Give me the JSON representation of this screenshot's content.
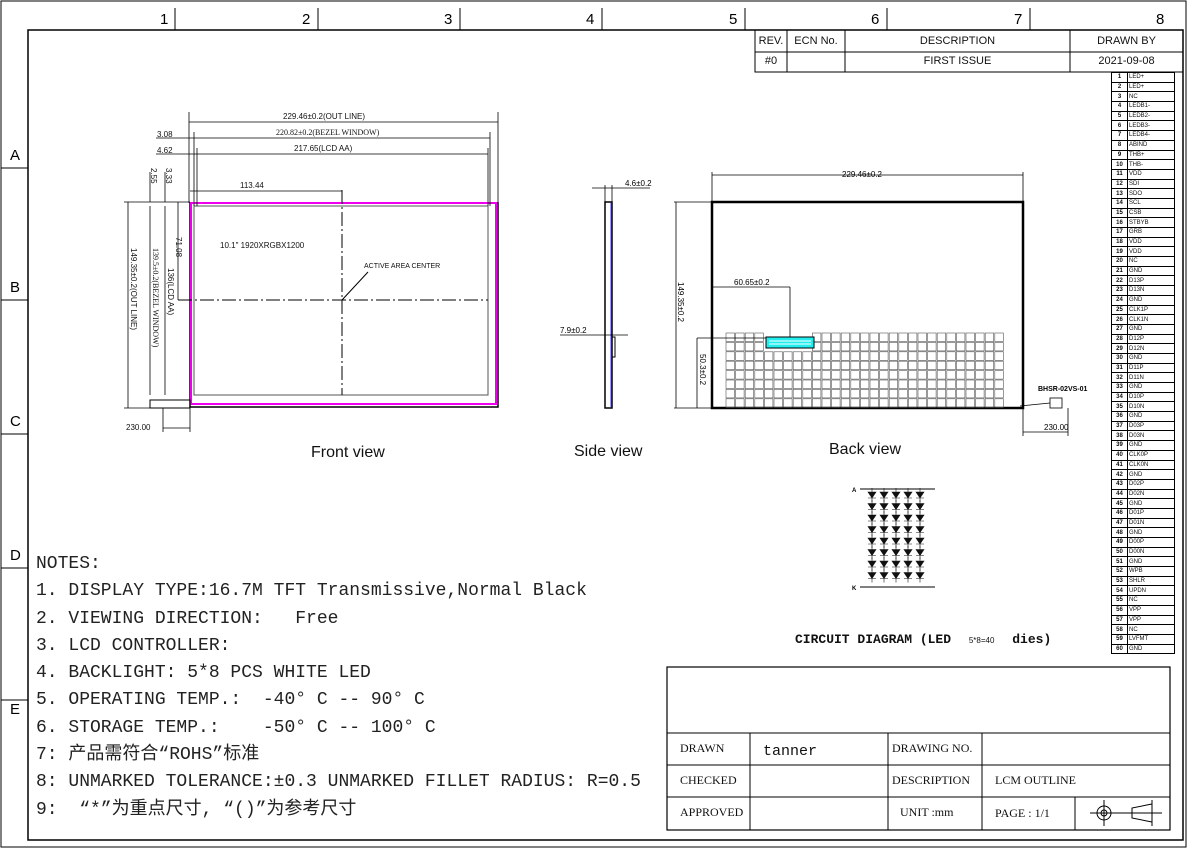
{
  "columns": [
    "1",
    "2",
    "3",
    "4",
    "5",
    "6",
    "7",
    "8"
  ],
  "rows": [
    "A",
    "B",
    "C",
    "D",
    "E"
  ],
  "revision": {
    "headers": {
      "rev": "REV.",
      "ecn": "ECN No.",
      "description": "DESCRIPTION",
      "drawn_by": "DRAWN BY"
    },
    "row": {
      "rev": "#0",
      "ecn": "",
      "description": "FIRST ISSUE",
      "drawn_by": "2021-09-08"
    }
  },
  "front_view": {
    "label": "Front view",
    "outline_w": "229.46±0.2(OUT LINE)",
    "bezel_w": "220.82±0.2(BEZEL WINDOW)",
    "aa_w": "217.65(LCD AA)",
    "off1": "3.08",
    "off2": "4.62",
    "off3": "2.55",
    "off4": "3.33",
    "center_x": "113.44",
    "center_y": "71.08",
    "outline_h": "149.35±0.2(OUT LINE)",
    "bezel_h": "139.5±0.2(BEZEL WINDOW)",
    "aa_h": "136(LCD AA)",
    "panel": "10.1\" 1920XRGBX1200",
    "center_label": "ACTIVE AREA CENTER",
    "cable": "230.00"
  },
  "side_view": {
    "label": "Side view",
    "thickness": "4.6±0.2",
    "fpc": "7.9±0.2"
  },
  "back_view": {
    "label": "Back view",
    "width": "229.46±0.2",
    "height": "149.35±0.2",
    "conn_x": "60.65±0.2",
    "conn_y": "50.3±0.2",
    "connector": "BHSR-02VS-01",
    "cable": "230.00"
  },
  "circuit": {
    "anode": "A",
    "cathode": "K",
    "title_a": "CIRCUIT DIAGRAM (LED",
    "title_b": "5*8=40",
    "title_c": "dies)"
  },
  "notes": [
    "NOTES:",
    "1. DISPLAY TYPE:16.7M TFT Transmissive,Normal Black",
    "2. VIEWING DIRECTION:   Free",
    "3. LCD CONTROLLER:",
    "4. BACKLIGHT: 5*8 PCS WHITE LED",
    "5. OPERATING TEMP.:  -40° C -- 90° C",
    "6. STORAGE TEMP.:    -50° C -- 100° C",
    "7: 产品需符合“ROHS”标准",
    "8: UNMARKED TOLERANCE:±0.3 UNMARKED FILLET RADIUS: R=0.5",
    "9:  “*”为重点尺寸, “()”为参考尺寸"
  ],
  "title_block": {
    "drawn_label": "DRAWN",
    "drawn": "tanner",
    "checked_label": "CHECKED",
    "approved_label": "APPROVED",
    "drawing_no_label": "DRAWING NO.",
    "description_label": "DESCRIPTION",
    "description": "LCM OUTLINE",
    "unit": "UNIT :mm",
    "page": "PAGE  : 1/1"
  },
  "pins": [
    "LED+",
    "LED+",
    "NC",
    "LEDB1-",
    "LEDB2-",
    "LEDB3-",
    "LEDB4-",
    "ABIND",
    "THB+",
    "THB-",
    "VDD",
    "SDI",
    "SDO",
    "SCL",
    "CSB",
    "STBYB",
    "GRB",
    "VDD",
    "VDD",
    "NC",
    "GND",
    "D13P",
    "D13N",
    "GND",
    "CLK1P",
    "CLK1N",
    "GND",
    "D12P",
    "D12N",
    "GND",
    "D11P",
    "D11N",
    "GND",
    "D10P",
    "D10N",
    "GND",
    "D03P",
    "D03N",
    "GND",
    "CLK0P",
    "CLK0N",
    "GND",
    "D02P",
    "D02N",
    "GND",
    "D01P",
    "D01N",
    "GND",
    "D00P",
    "D00N",
    "GND",
    "WPB",
    "SHLR",
    "UPDN",
    "NC",
    "VPP",
    "VPP",
    "NC",
    "LVFMT",
    "GND"
  ]
}
